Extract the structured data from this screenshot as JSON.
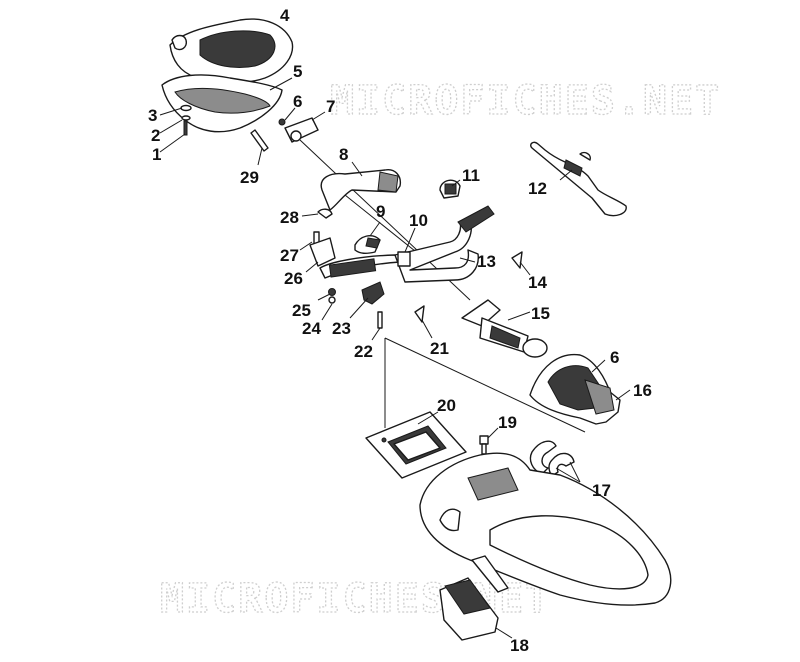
{
  "watermark": "MICROFICHES.NET",
  "callouts": [
    "1",
    "2",
    "3",
    "4",
    "5",
    "6",
    "6",
    "7",
    "8",
    "9",
    "10",
    "11",
    "12",
    "13",
    "14",
    "15",
    "16",
    "17",
    "18",
    "19",
    "20",
    "21",
    "22",
    "23",
    "24",
    "25",
    "26",
    "27",
    "28",
    "29"
  ]
}
